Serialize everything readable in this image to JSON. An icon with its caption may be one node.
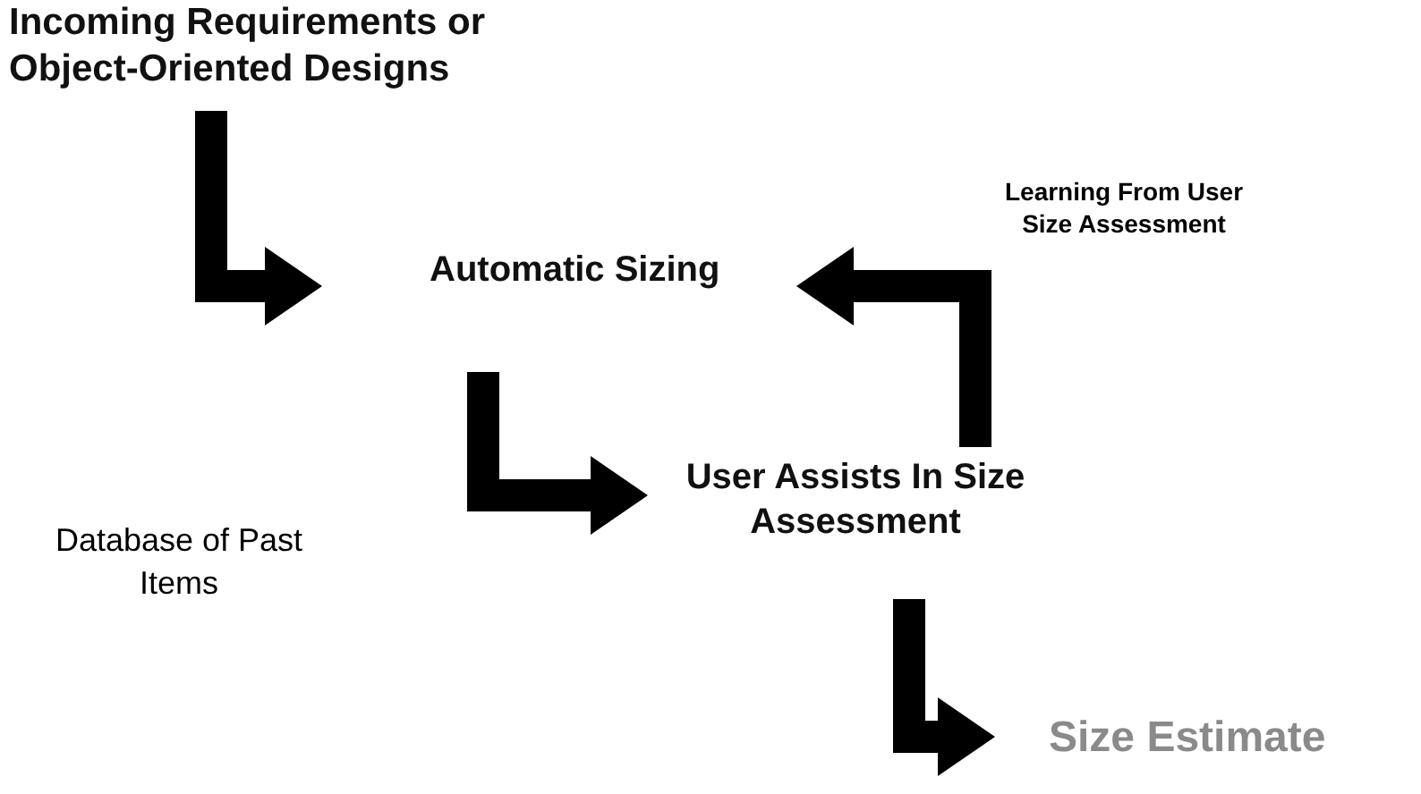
{
  "diagram": {
    "nodes": [
      {
        "text": [
          "Incoming Requirements or Object-Oriented Designs"
        ]
      },
      {
        "text": [
          "Automatic Sizing"
        ]
      },
      {
        "text": [
          "User Assists In Size Assessment"
        ]
      },
      {
        "text": [
          "Size Estimate"
        ]
      }
    ],
    "edges": [
      {
        "from": 0,
        "to": 1,
        "arrow": "to"
      },
      {
        "from": 1,
        "to": 2,
        "arrow": "to"
      },
      {
        "from": 2,
        "to": 3,
        "arrow": "to"
      },
      {
        "from": 2,
        "to": 1,
        "arrow": "to",
        "label": "Learning From User Size Assessment"
      }
    ],
    "labels": [
      "Database of Past Items"
    ]
  }
}
